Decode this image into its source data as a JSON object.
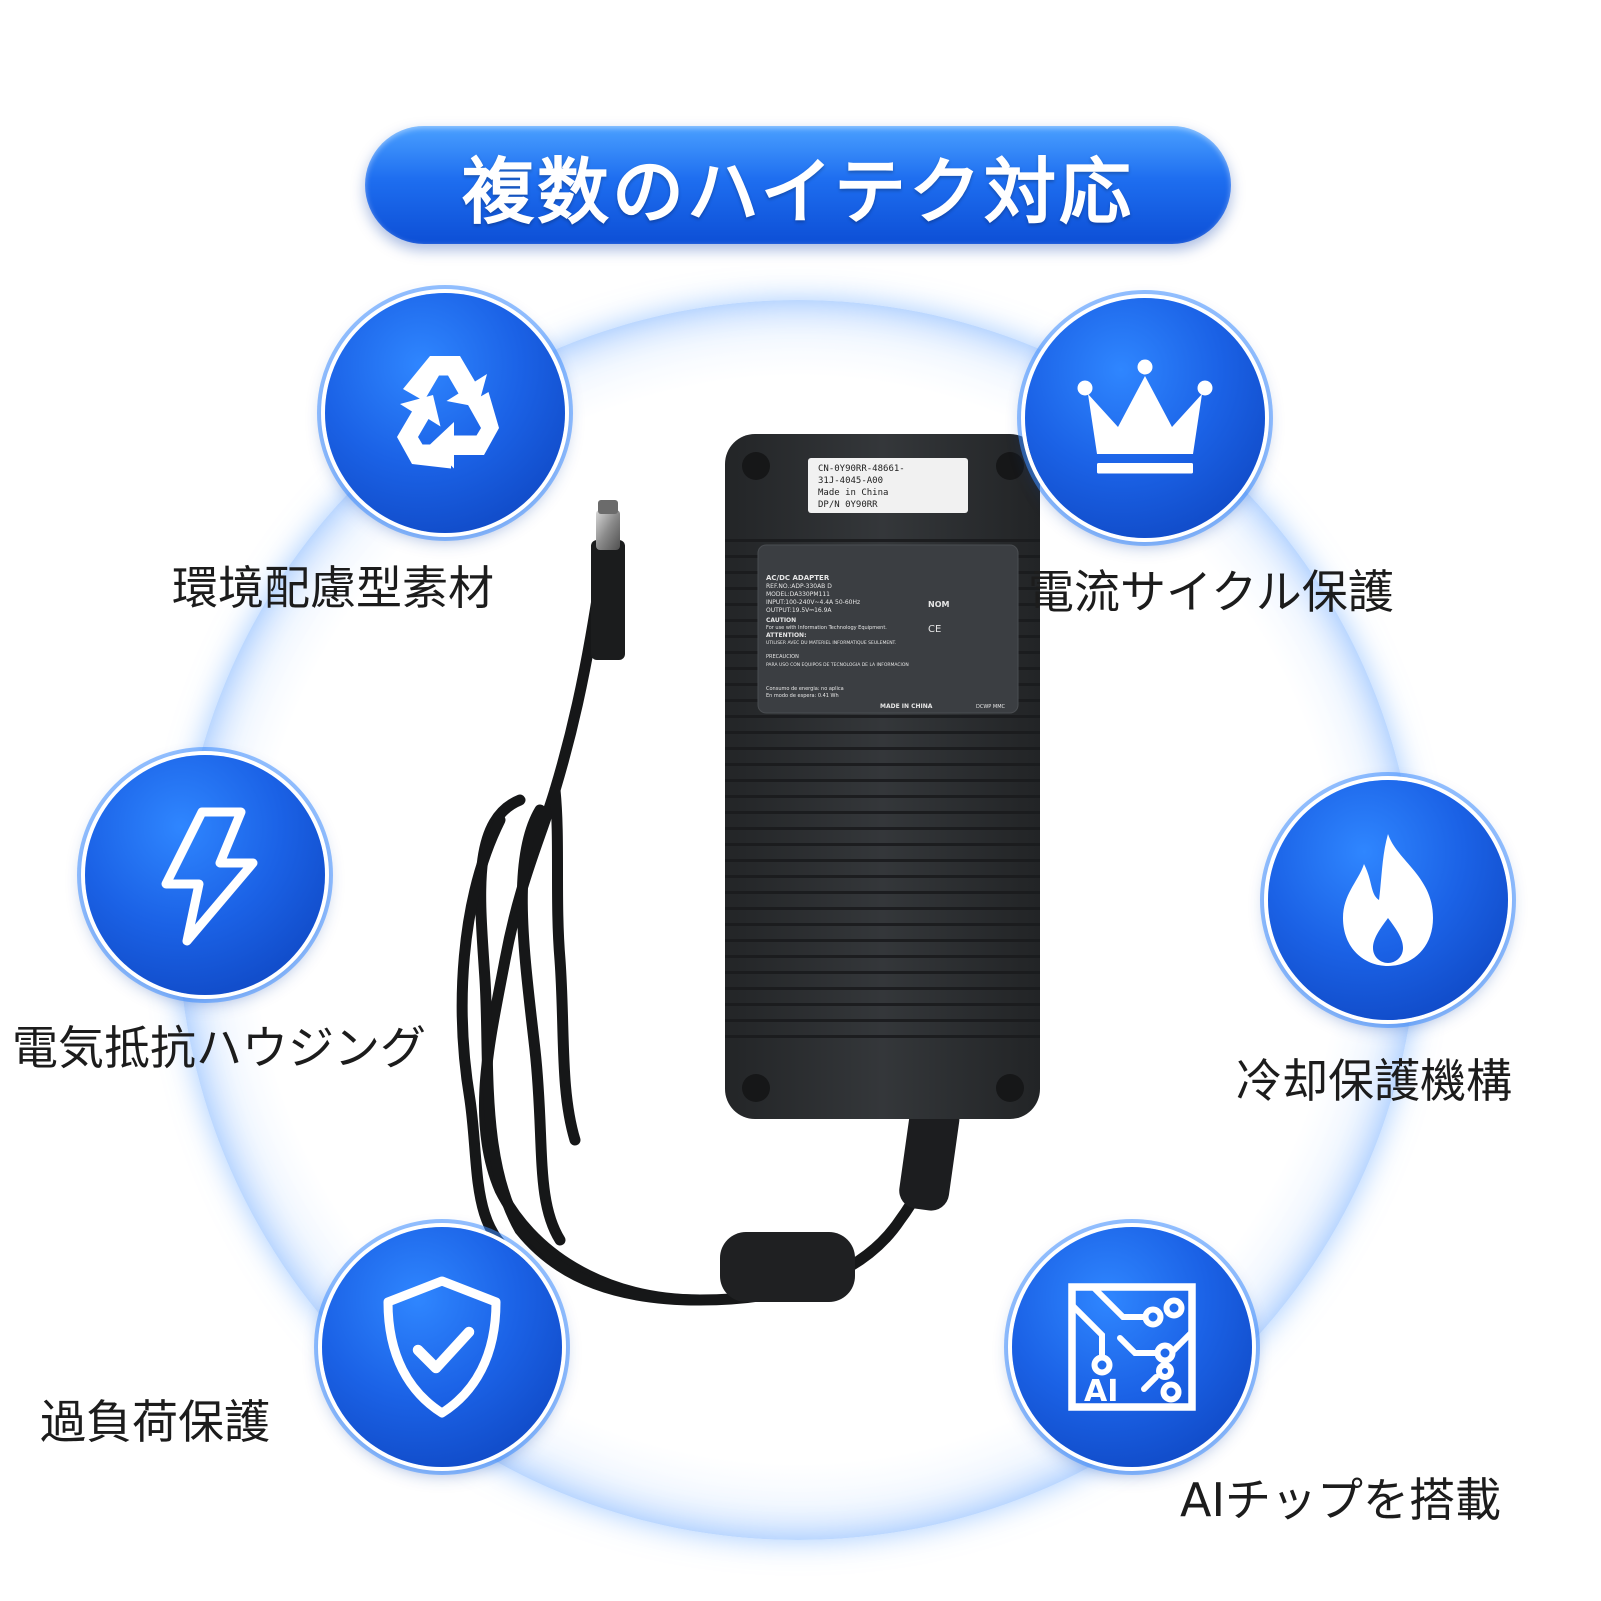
{
  "title": "複数のハイテク対応",
  "features": [
    {
      "label": "環境配慮型素材",
      "icon": "recycle-icon"
    },
    {
      "label": "電流サイクル保護",
      "icon": "crown-icon"
    },
    {
      "label": "電気抵抗ハウジング",
      "icon": "lightning-icon"
    },
    {
      "label": "冷却保護機構",
      "icon": "flame-icon"
    },
    {
      "label": "過負荷保護",
      "icon": "shield-check-icon"
    },
    {
      "label": "AIチップを搭載",
      "icon": "ai-chip-icon"
    }
  ],
  "ai_chip_text": "AI",
  "adapter": {
    "sticker_lines": [
      "CN-0Y90RR-48661-",
      "31J-4045-A00",
      "Made in China",
      "DP/N 0Y90RR"
    ],
    "label_lines": [
      "AC/DC ADAPTER",
      "REF.NO.:ADP-330AB D",
      "MODEL:DA330PM111",
      "INPUT:100-240V~4.4A 50-60Hz",
      "OUTPUT:19.5V⎓16.9A",
      "CAUTION",
      "For use with Information Technology Equipment.",
      "ATTENTION:",
      "UTILISER AVEC DU MATERIEL INFORMATIQUE SEULEMENT.",
      "PRECAUCION",
      "PARA USO CON EQUIPOS DE TECNOLOGIA DE LA INFORMACION",
      "Consumo de energia: no aplica",
      "En modo de espera: 0.41 Wh",
      "MADE IN CHINA",
      "DCWP MMC"
    ],
    "nom_mark": "NOM",
    "ce_mark": "CE"
  },
  "colors": {
    "accent": "#1b62e6",
    "accent_dark": "#0b3fb8",
    "adapter_body": "#2a2c2f",
    "label_text": "#1c1c1c"
  }
}
